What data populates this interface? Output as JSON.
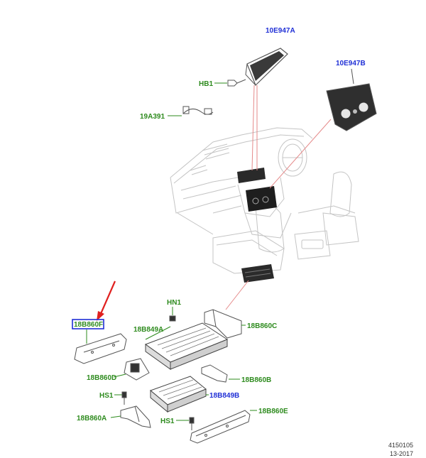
{
  "colors": {
    "green": "#2e8b1e",
    "blue": "#1f2fd6",
    "leader": "#e58a8a",
    "arrow": "#e0201f",
    "line": "#bfbfbf",
    "part": "#6a6a6a",
    "highlight": "#1f2fd6"
  },
  "labels": {
    "p10E947A": "10E947A",
    "p10E947B": "10E947B",
    "pHB1": "HB1",
    "p19A391": "19A391",
    "p18B860F": "18B860F",
    "pHN1": "HN1",
    "p18B849A": "18B849A",
    "p18B860C": "18B860C",
    "p18B860D": "18B860D",
    "p18B860B": "18B860B",
    "pHS1a": "HS1",
    "p18B849B": "18B849B",
    "p18B860A": "18B860A",
    "pHS1b": "HS1",
    "p18B860E": "18B860E"
  },
  "footer": {
    "code": "4150105",
    "date": "13-2017"
  },
  "icons": {
    "pointer": "red-arrow-icon"
  }
}
